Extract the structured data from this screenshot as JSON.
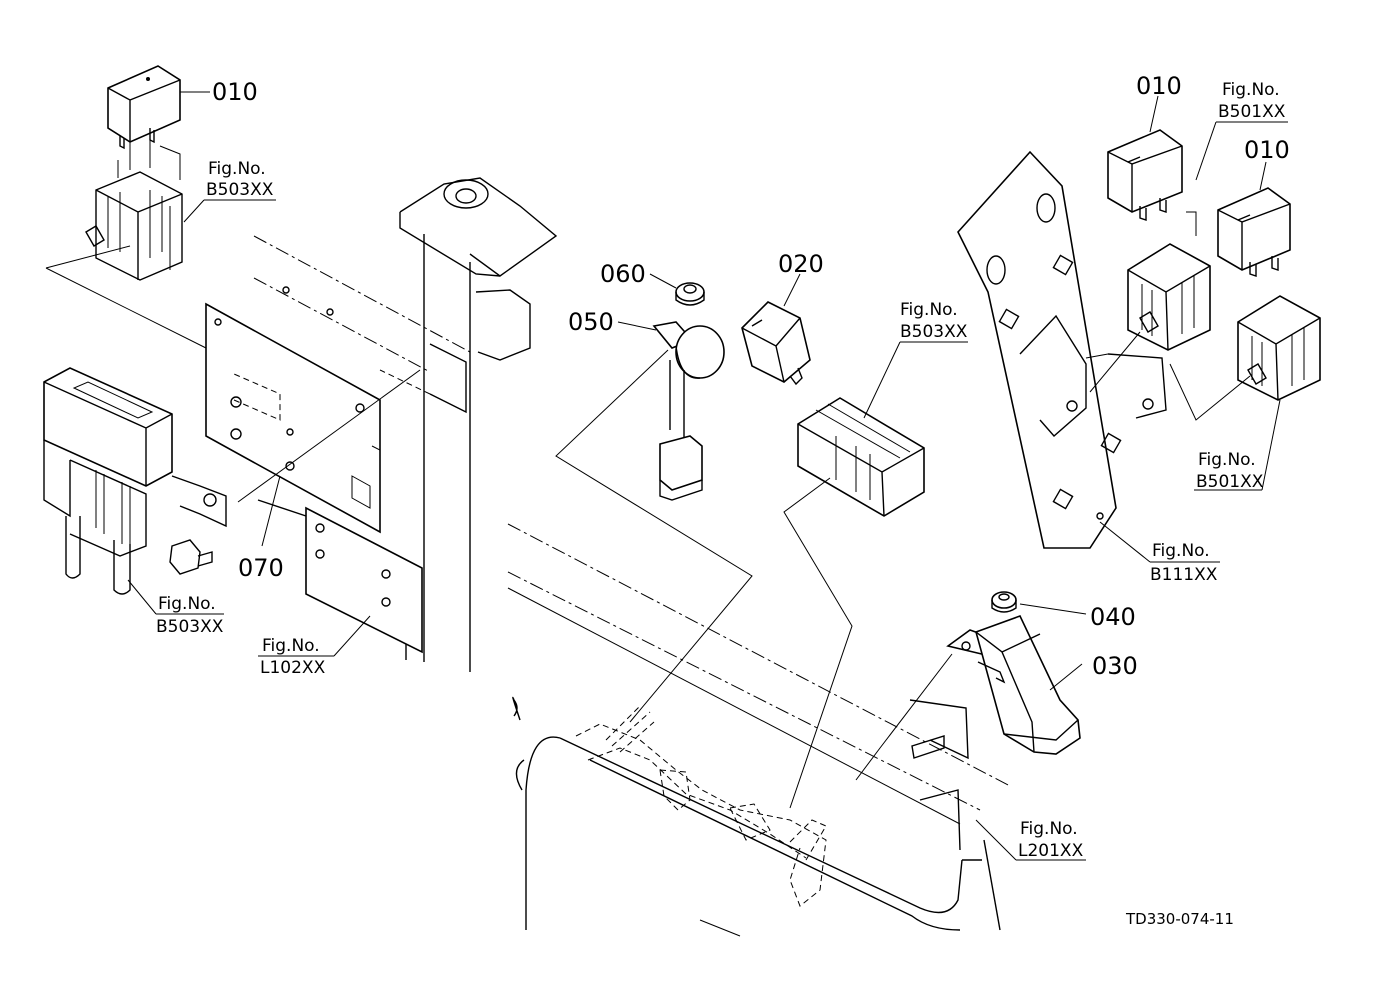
{
  "parts": {
    "p010_a": "010",
    "p010_b": "010",
    "p010_c": "010",
    "p020": "020",
    "p030": "030",
    "p040": "040",
    "p050": "050",
    "p060": "060",
    "p070": "070"
  },
  "figure_refs": {
    "b503_relay_top": {
      "fig": "Fig.No.",
      "code": "B503XX"
    },
    "b503_fuse": {
      "fig": "Fig.No.",
      "code": "B503XX"
    },
    "l102": {
      "fig": "Fig.No.",
      "code": "L102XX"
    },
    "b503_center": {
      "fig": "Fig.No.",
      "code": "B503XX"
    },
    "b501_top": {
      "fig": "Fig.No.",
      "code": "B501XX"
    },
    "b501_lower": {
      "fig": "Fig.No.",
      "code": "B501XX"
    },
    "b111": {
      "fig": "Fig.No.",
      "code": "B111XX"
    },
    "l201": {
      "fig": "Fig.No.",
      "code": "L201XX"
    }
  },
  "drawing_id": "TD330-074-11"
}
